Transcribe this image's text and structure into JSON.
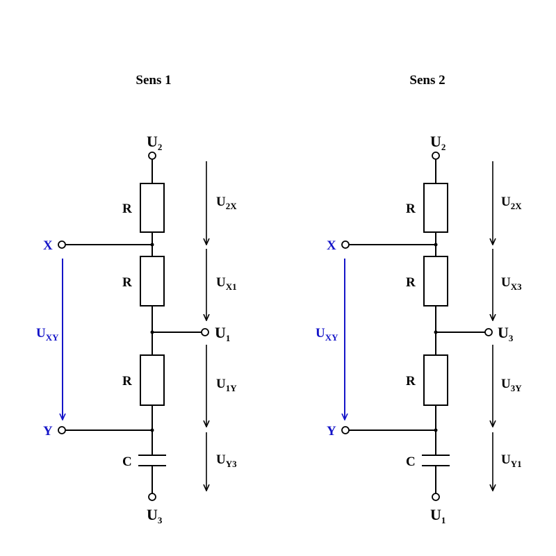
{
  "colors": {
    "wire": "#000000",
    "measure": "#1414c8"
  },
  "panels": [
    {
      "title": "Sens 1",
      "top_node": {
        "main": "U",
        "sub": "2"
      },
      "bottom_node": {
        "main": "U",
        "sub": "3"
      },
      "mid_node": {
        "main": "U",
        "sub": "1"
      },
      "input_x": "X",
      "input_y": "Y",
      "resistor_labels": [
        "R",
        "R",
        "R"
      ],
      "capacitor_label": "C",
      "uxy": {
        "main": "U",
        "sub": "XY"
      },
      "voltages": [
        {
          "main": "U",
          "sub": "2X"
        },
        {
          "main": "U",
          "sub": "X1"
        },
        {
          "main": "U",
          "sub": "1Y"
        },
        {
          "main": "U",
          "sub": "Y3"
        }
      ]
    },
    {
      "title": "Sens 2",
      "top_node": {
        "main": "U",
        "sub": "2"
      },
      "bottom_node": {
        "main": "U",
        "sub": "1"
      },
      "mid_node": {
        "main": "U",
        "sub": "3"
      },
      "input_x": "X",
      "input_y": "Y",
      "resistor_labels": [
        "R",
        "R",
        "R"
      ],
      "capacitor_label": "C",
      "uxy": {
        "main": "U",
        "sub": "XY"
      },
      "voltages": [
        {
          "main": "U",
          "sub": "2X"
        },
        {
          "main": "U",
          "sub": "X3"
        },
        {
          "main": "U",
          "sub": "3Y"
        },
        {
          "main": "U",
          "sub": "Y1"
        }
      ]
    }
  ]
}
